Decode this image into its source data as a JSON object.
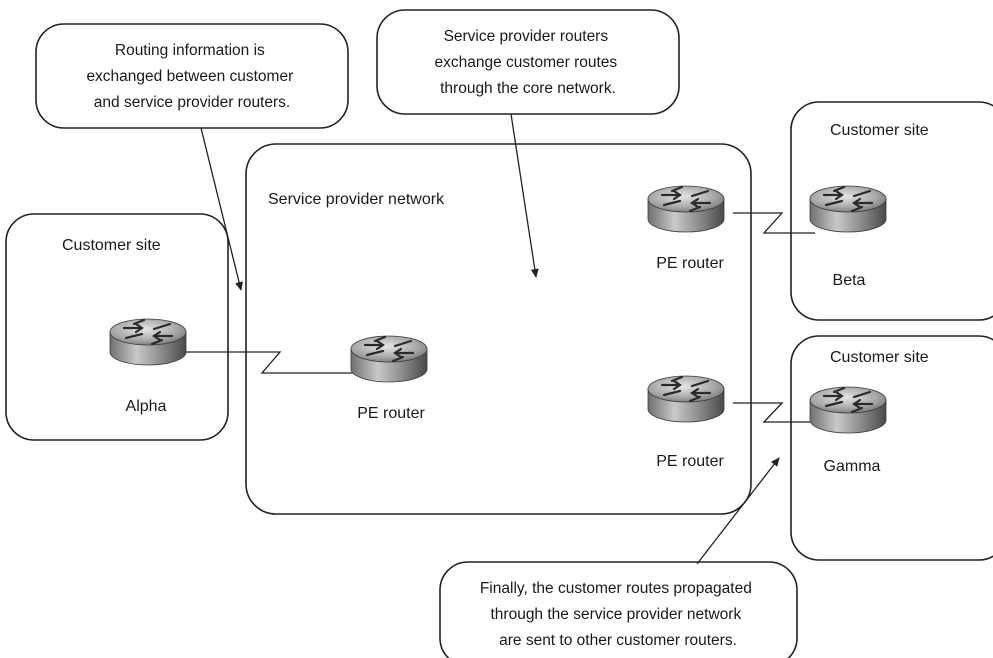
{
  "callouts": {
    "top_left": [
      "Routing information is",
      "exchanged between customer",
      "and service provider routers."
    ],
    "top_center": [
      "Service provider routers",
      "exchange customer routes",
      "through the core network."
    ],
    "bottom": [
      "Finally, the customer routes propagated",
      "through the service provider network",
      "are sent to other customer routers."
    ]
  },
  "regions": {
    "provider_network": "Service provider network",
    "customer_site_left": "Customer site",
    "customer_site_top_right": "Customer site",
    "customer_site_bottom_right": "Customer site"
  },
  "routers": {
    "alpha": "Alpha",
    "pe_center": "PE router",
    "pe_top_right": "PE router",
    "pe_bottom_right": "PE router",
    "beta": "Beta",
    "gamma": "Gamma"
  },
  "icons": {
    "router": "router-icon"
  }
}
